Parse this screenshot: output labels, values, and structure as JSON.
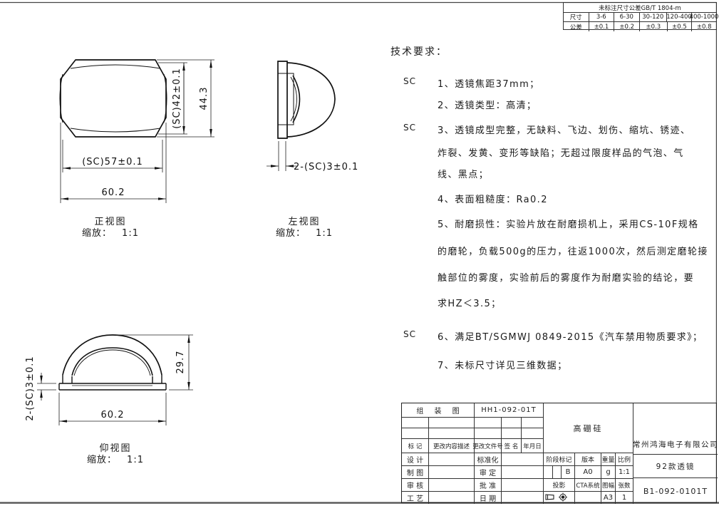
{
  "tolerance_table": {
    "title": "未标注尺寸公差GB/T 1804-m",
    "row1_label": "尺寸",
    "row2_label": "公差",
    "sizes": [
      "3-6",
      "6-30",
      "30-120",
      "120-400",
      "400-1000"
    ],
    "tolerances": [
      "±0.1",
      "±0.2",
      "±0.3",
      "±0.5",
      "±0.8"
    ]
  },
  "tech": {
    "title": "技术要求：",
    "lines": [
      {
        "sc": "SC",
        "text": "1、透镜焦距37mm；"
      },
      {
        "sc": "",
        "text": "2、透镜类型：高清；"
      },
      {
        "sc": "SC",
        "text": "3、透镜成型完整，无缺料、飞边、划伤、缩坑、锈迹、"
      },
      {
        "sc": "",
        "text": "炸裂、发黄、变形等缺陷；无超过限度样品的气泡、气"
      },
      {
        "sc": "",
        "text": "线、黑点；"
      },
      {
        "sc": "",
        "text": "4、表面粗糙度：Ra0.2"
      },
      {
        "sc": "",
        "text": "5、耐磨损性：实验片放在耐磨损机上，采用CS-10F规格"
      },
      {
        "sc": "",
        "text": "的磨轮，负载500g的压力，往返1000次，然后测定磨轮接"
      },
      {
        "sc": "",
        "text": "触部位的雾度，实验前后的雾度作为耐磨实验的结论，要"
      },
      {
        "sc": "",
        "text": "求HZ＜3.5；"
      },
      {
        "sc": "SC",
        "text": "6、满足BT/SGMWJ 0849-2015《汽车禁用物质要求》；"
      },
      {
        "sc": "",
        "text": "7、未标尺寸详见三维数据；"
      }
    ]
  },
  "views": {
    "front": {
      "name": "正视图",
      "scale_label": "缩放：",
      "scale": "1:1",
      "dims": {
        "inner_width": "(SC)57±0.1",
        "outer_width": "60.2",
        "inner_height": "(SC)42±0.1",
        "outer_height": "44.3"
      }
    },
    "left": {
      "name": "左视图",
      "scale_label": "缩放：",
      "scale": "1:1",
      "dims": {
        "flange": "2-(SC)3±0.1"
      }
    },
    "bottom": {
      "name": "仰视图",
      "scale_label": "缩放：",
      "scale": "1:1",
      "dims": {
        "width": "60.2",
        "height": "29.7",
        "flange": "2-(SC)3±0.1"
      }
    }
  },
  "title_block": {
    "assembly_label": "组  装  图",
    "assembly_no": "HH1-092-01T",
    "rev_headers": [
      "标  记",
      "更改内容描述",
      "更改文件号",
      "签  名",
      "年月日"
    ],
    "row_labels": [
      "设  计",
      "制  图",
      "审  核",
      "工  艺"
    ],
    "mid_labels": [
      "标准化",
      "审  定",
      "批  准",
      "日  期"
    ],
    "stage_label": "阶段标记",
    "stage_value": "B",
    "version_label": "版本",
    "version_value": "A0",
    "weight_label": "重量",
    "weight_value": "g",
    "scale_label": "比例",
    "scale_value": "1:1",
    "projection_label": "投影",
    "system_label": "CTA系统",
    "sheet_size_label": "图幅",
    "sheet_size": "A3",
    "sheet_count_label": "张数",
    "sheet_count": "1",
    "material": "高硼硅",
    "company": "常州鸿海电子有限公司",
    "product": "92款透镜",
    "drawing_no": "B1-092-0101T"
  }
}
